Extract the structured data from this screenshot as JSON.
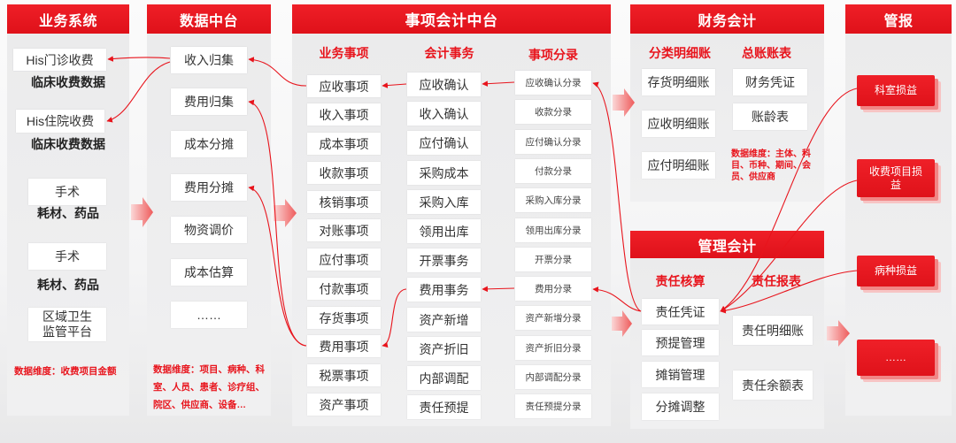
{
  "business_systems": {
    "title": "业务系统",
    "groups": [
      {
        "box": "His门诊收费",
        "label": "临床收费数据"
      },
      {
        "box": "His住院收费",
        "label": "临床收费数据"
      },
      {
        "box": "手术",
        "label": "耗材、药品"
      },
      {
        "box": "手术",
        "label": "耗材、药品"
      }
    ],
    "regional_platform": "区域卫生\n监管平台",
    "dimension_note": "数据维度：收费项目金额"
  },
  "data_platform": {
    "title": "数据中台",
    "items": [
      "收入归集",
      "费用归集",
      "成本分摊",
      "费用分摊",
      "物资调价",
      "成本估算",
      "……"
    ],
    "dimension_note": "数据维度：项目、病种、科室、人员、患者、诊疗组、院区、供应商、设备…"
  },
  "event_accounting": {
    "title": "事项会计中台",
    "business_events": {
      "heading": "业务事项",
      "items": [
        "应收事项",
        "收入事项",
        "成本事项",
        "收款事项",
        "核销事项",
        "对账事项",
        "应付事项",
        "付款事项",
        "存货事项",
        "费用事项",
        "税票事项",
        "资产事项"
      ]
    },
    "accounting_affairs": {
      "heading": "会计事务",
      "items": [
        "应收确认",
        "收入确认",
        "应付确认",
        "采购成本",
        "采购入库",
        "领用出库",
        "开票事务",
        "费用事务",
        "资产新增",
        "资产折旧",
        "内部调配",
        "责任预提"
      ]
    },
    "event_entries": {
      "heading": "事项分录",
      "items": [
        "应收确认分录",
        "收款分录",
        "应付确认分录",
        "付款分录",
        "采购入库分录",
        "领用出库分录",
        "开票分录",
        "费用分录",
        "资产新增分录",
        "资产折旧分录",
        "内部调配分录",
        "责任预提分录"
      ]
    }
  },
  "financial_accounting": {
    "title": "财务会计",
    "sub_ledgers": {
      "heading": "分类明细账",
      "items": [
        "存货明细账",
        "应收明细账",
        "应付明细账"
      ]
    },
    "general_ledger": {
      "heading": "总账账表",
      "items": [
        "财务凭证",
        "账龄表"
      ]
    },
    "dimension_note": "数据维度：主体、科目、币种、期间、会员、供应商"
  },
  "management_accounting": {
    "title": "管理会计",
    "responsibility_accounting": {
      "heading": "责任核算",
      "items": [
        "责任凭证",
        "预提管理",
        "摊销管理",
        "分摊调整"
      ]
    },
    "responsibility_reports": {
      "heading": "责任报表",
      "items": [
        "责任明细账",
        "责任余额表"
      ]
    }
  },
  "management_reports": {
    "title": "管报",
    "items": [
      "科室损益",
      "收费项目损益",
      "病种损益",
      "……"
    ]
  },
  "colors": {
    "accent": "#e8141c",
    "panel": "#ececed",
    "box": "#ffffff",
    "flow_arrow_light": "#fbd7d7",
    "flow_arrow_dark": "#ee5b5b"
  }
}
